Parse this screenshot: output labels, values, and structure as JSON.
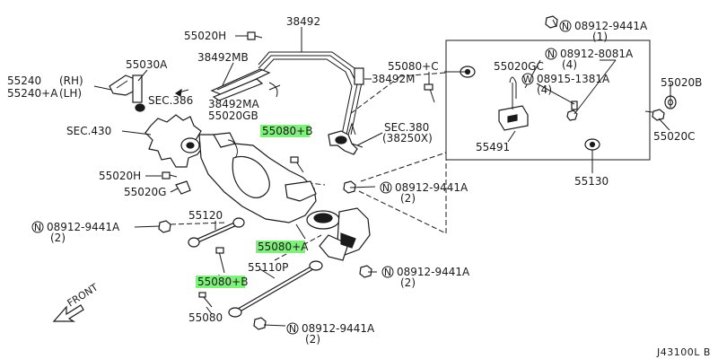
{
  "part_codes": {
    "p38492": "38492",
    "p55020H_top": "55020H",
    "p38492MB": "38492MB",
    "p38492MA": "38492MA",
    "p55020GB": "55020GB",
    "p38492M": "38492M",
    "p55030A": "55030A",
    "p55240_rh": "55240",
    "p55240_rh_side": "(RH)",
    "p55240_lh": "55240+A",
    "p55240_lh_side": "(LH)",
    "sec386": "SEC.386",
    "sec430": "SEC.430",
    "sec380": "SEC.380",
    "sec380_ref": "(38250X)",
    "p55080B_top": "55080+B",
    "p55080B_bot": "55080+B",
    "p55080A": "55080+A",
    "p55080C": "55080+C",
    "p55020H_mid": "55020H",
    "p55020G": "55020G",
    "p55120": "55120",
    "p55110P": "55110P",
    "p55080": "55080",
    "p55020GC": "55020GC",
    "p55491": "55491",
    "p55130": "55130",
    "p55020B": "55020B",
    "p55020C": "55020C",
    "front": "FRONT",
    "figure_code": "J43100L B"
  },
  "fasteners": [
    {
      "symbol": "N",
      "code": "08912-9441A",
      "qty": "(1)"
    },
    {
      "symbol": "N",
      "code": "08912-8081A",
      "qty": "(4)"
    },
    {
      "symbol": "W",
      "code": "08915-1381A",
      "qty": "(4)"
    },
    {
      "symbol": "N",
      "code": "08912-9441A",
      "qty": "(2)"
    },
    {
      "symbol": "N",
      "code": "08912-9441A",
      "qty": "(2)"
    },
    {
      "symbol": "N",
      "code": "08912-9441A",
      "qty": "(2)"
    },
    {
      "symbol": "N",
      "code": "08912-9441A",
      "qty": "(2)"
    }
  ],
  "colors": {
    "line": "#1a1a1a",
    "highlight": "#7ff07a",
    "background": "#ffffff"
  }
}
